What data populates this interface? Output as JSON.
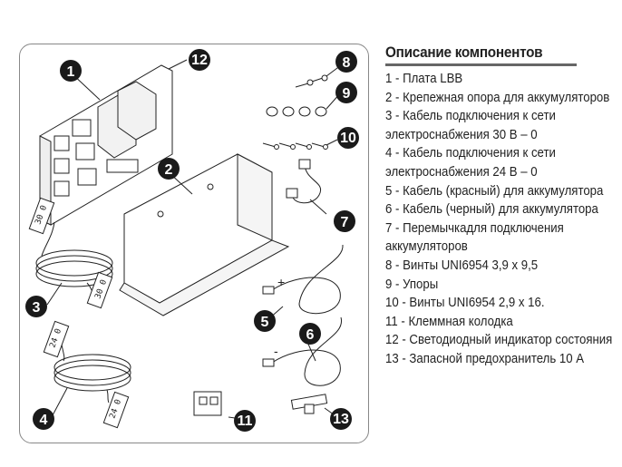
{
  "legend": {
    "title": "Описание компонентов",
    "items": [
      {
        "num": "1",
        "text": "Плата LBB"
      },
      {
        "num": "2",
        "text": "Крепежная опора для аккумуляторов"
      },
      {
        "num": "3",
        "text": "Кабель подключения к сети электроснабжения 30 В – 0"
      },
      {
        "num": "4",
        "text": "Кабель подключения к сети электроснабжения 24 В – 0"
      },
      {
        "num": "5",
        "text": "Кабель (красный) для аккумулятора"
      },
      {
        "num": "6",
        "text": "Кабель (черный) для аккумулятора"
      },
      {
        "num": "7",
        "text": "Перемычкадля подключения аккумуляторов"
      },
      {
        "num": "8",
        "text": "Винты UNI6954 3,9 x 9,5"
      },
      {
        "num": "9",
        "text": "Упоры"
      },
      {
        "num": "10",
        "text": "Винты UNI6954 2,9 x 16."
      },
      {
        "num": "11",
        "text": "Клеммная колодка"
      },
      {
        "num": "12",
        "text": "Светодиодный индикатор состояния"
      },
      {
        "num": "13",
        "text": "Запасной предохранитель 10 A"
      }
    ]
  },
  "diagram": {
    "callouts": [
      "1",
      "2",
      "3",
      "4",
      "5",
      "6",
      "7",
      "8",
      "9",
      "10",
      "11",
      "12",
      "13"
    ],
    "cable_tags": {
      "cable30_top": "30 0",
      "cable30_bottom": "30 0",
      "cable24_top": "24 0",
      "cable24_bottom": "24 0"
    },
    "battery_plus": "+",
    "battery_minus": "-"
  }
}
